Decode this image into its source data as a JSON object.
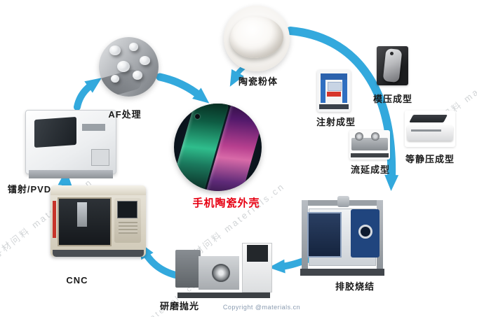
{
  "diagram": {
    "title": "手机陶瓷外壳",
    "nodes": {
      "powder": {
        "label": "陶瓷粉体"
      },
      "injection": {
        "label": "注射成型"
      },
      "compression": {
        "label": "模压成型"
      },
      "tape_casting": {
        "label": "流延成型"
      },
      "isostatic": {
        "label": "等静压成型"
      },
      "debinding_sintering": {
        "label": "排胶烧结"
      },
      "grinding_polishing": {
        "label": "研磨抛光"
      },
      "cnc": {
        "label": "CNC"
      },
      "laser_pvd": {
        "label": "镭射/PVD"
      },
      "af_treatment": {
        "label": "AF处理"
      }
    }
  },
  "watermarks": [
    "寻材问料 materials.cn",
    "寻材问料 materials.cn",
    "寻材问料 materials.cn",
    "materials.cn"
  ],
  "copyright": "Copyright @materials.cn",
  "colors": {
    "arrow": "#33a9dd",
    "title_red": "#e60012",
    "label_text": "#1a1a1a"
  }
}
